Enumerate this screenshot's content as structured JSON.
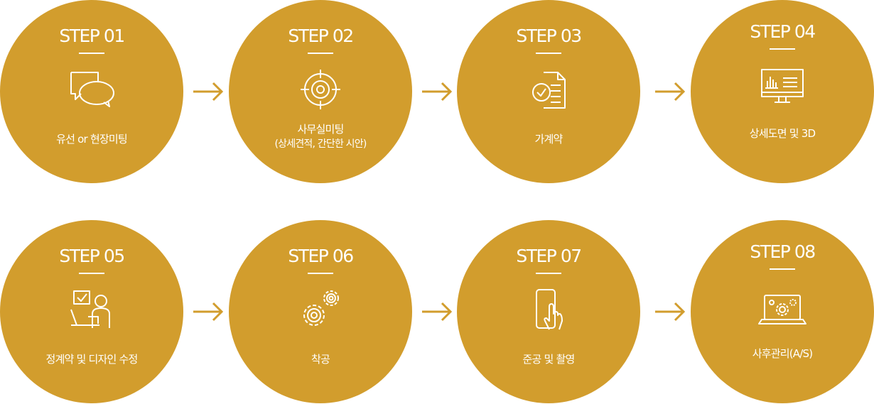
{
  "colors": {
    "circle": "#d29d2d",
    "text": "#ffffff",
    "arrow": "#d29d2d"
  },
  "steps": [
    {
      "step": "STEP 01",
      "label": "유선 or 현장미팅",
      "icon": "chat-bubbles-icon"
    },
    {
      "step": "STEP 02",
      "label": "사무실미팅",
      "sublabel": "(상세견적, 간단한 시안)",
      "icon": "target-icon"
    },
    {
      "step": "STEP 03",
      "label": "가계약",
      "icon": "document-check-icon"
    },
    {
      "step": "STEP 04",
      "label": "상세도면 및 3D",
      "icon": "monitor-chart-icon"
    },
    {
      "step": "STEP 05",
      "label": "정계약 및 디자인 수정",
      "icon": "person-desk-icon"
    },
    {
      "step": "STEP 06",
      "label": "착공",
      "icon": "gears-icon"
    },
    {
      "step": "STEP 07",
      "label": "준공 및 촬영",
      "icon": "touch-phone-icon"
    },
    {
      "step": "STEP 08",
      "label": "사후관리(A/S)",
      "icon": "laptop-gear-icon"
    }
  ]
}
